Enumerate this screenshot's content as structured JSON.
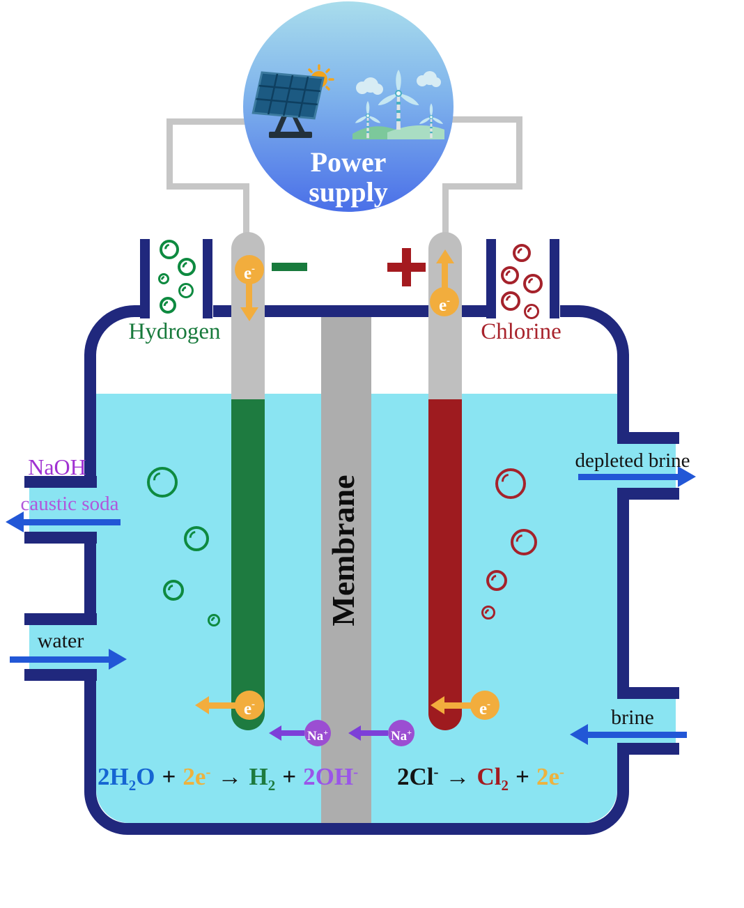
{
  "power_supply": {
    "line1": "Power",
    "line2": "supply"
  },
  "signs": {
    "cathode": "minus",
    "anode": "plus"
  },
  "labels": {
    "hydrogen": "Hydrogen",
    "chlorine": "Chlorine",
    "naoh": "NaOH",
    "caustic_soda": "caustic soda",
    "water": "water",
    "depleted_brine": "depleted brine",
    "brine": "brine",
    "membrane": "Membrane"
  },
  "particles": {
    "electron_base": "e",
    "electron_charge": "-",
    "sodium_base": "Na",
    "sodium_charge": "+"
  },
  "equations": {
    "cathode": {
      "t1": "2H",
      "t1_sub": "2",
      "t2": "O",
      "plus_a": "+",
      "t3": "2e",
      "t3_sup": "-",
      "arrow": "→",
      "t4": "H",
      "t4_sub": "2",
      "plus_b": "+",
      "t5": "2OH",
      "t5_sup": "-"
    },
    "anode": {
      "t1": "2Cl",
      "t1_sup": "-",
      "arrow": "→",
      "t2": "Cl",
      "t2_sub": "2",
      "plus_a": "+",
      "t3": "2e",
      "t3_sup": "-"
    }
  },
  "colors": {
    "tank_navy": "#20287d",
    "water_cyan": "#8ae4f2",
    "membrane_gray": "#adadad",
    "electrode_tube_gray": "#bfbfbf",
    "wire_gray": "#c6c6c6",
    "cathode_green": "#1e7b40",
    "anode_red": "#9e1b1f",
    "electron_orange": "#f2ad3d",
    "sodium_purple": "#9b4ed2",
    "flow_arrow_blue": "#2257d6",
    "naoh_purple": "#a031d2",
    "caustic_purple": "#b056db",
    "equation_blue": "#1565d2",
    "equation_oh_purple": "#9a55e8"
  }
}
